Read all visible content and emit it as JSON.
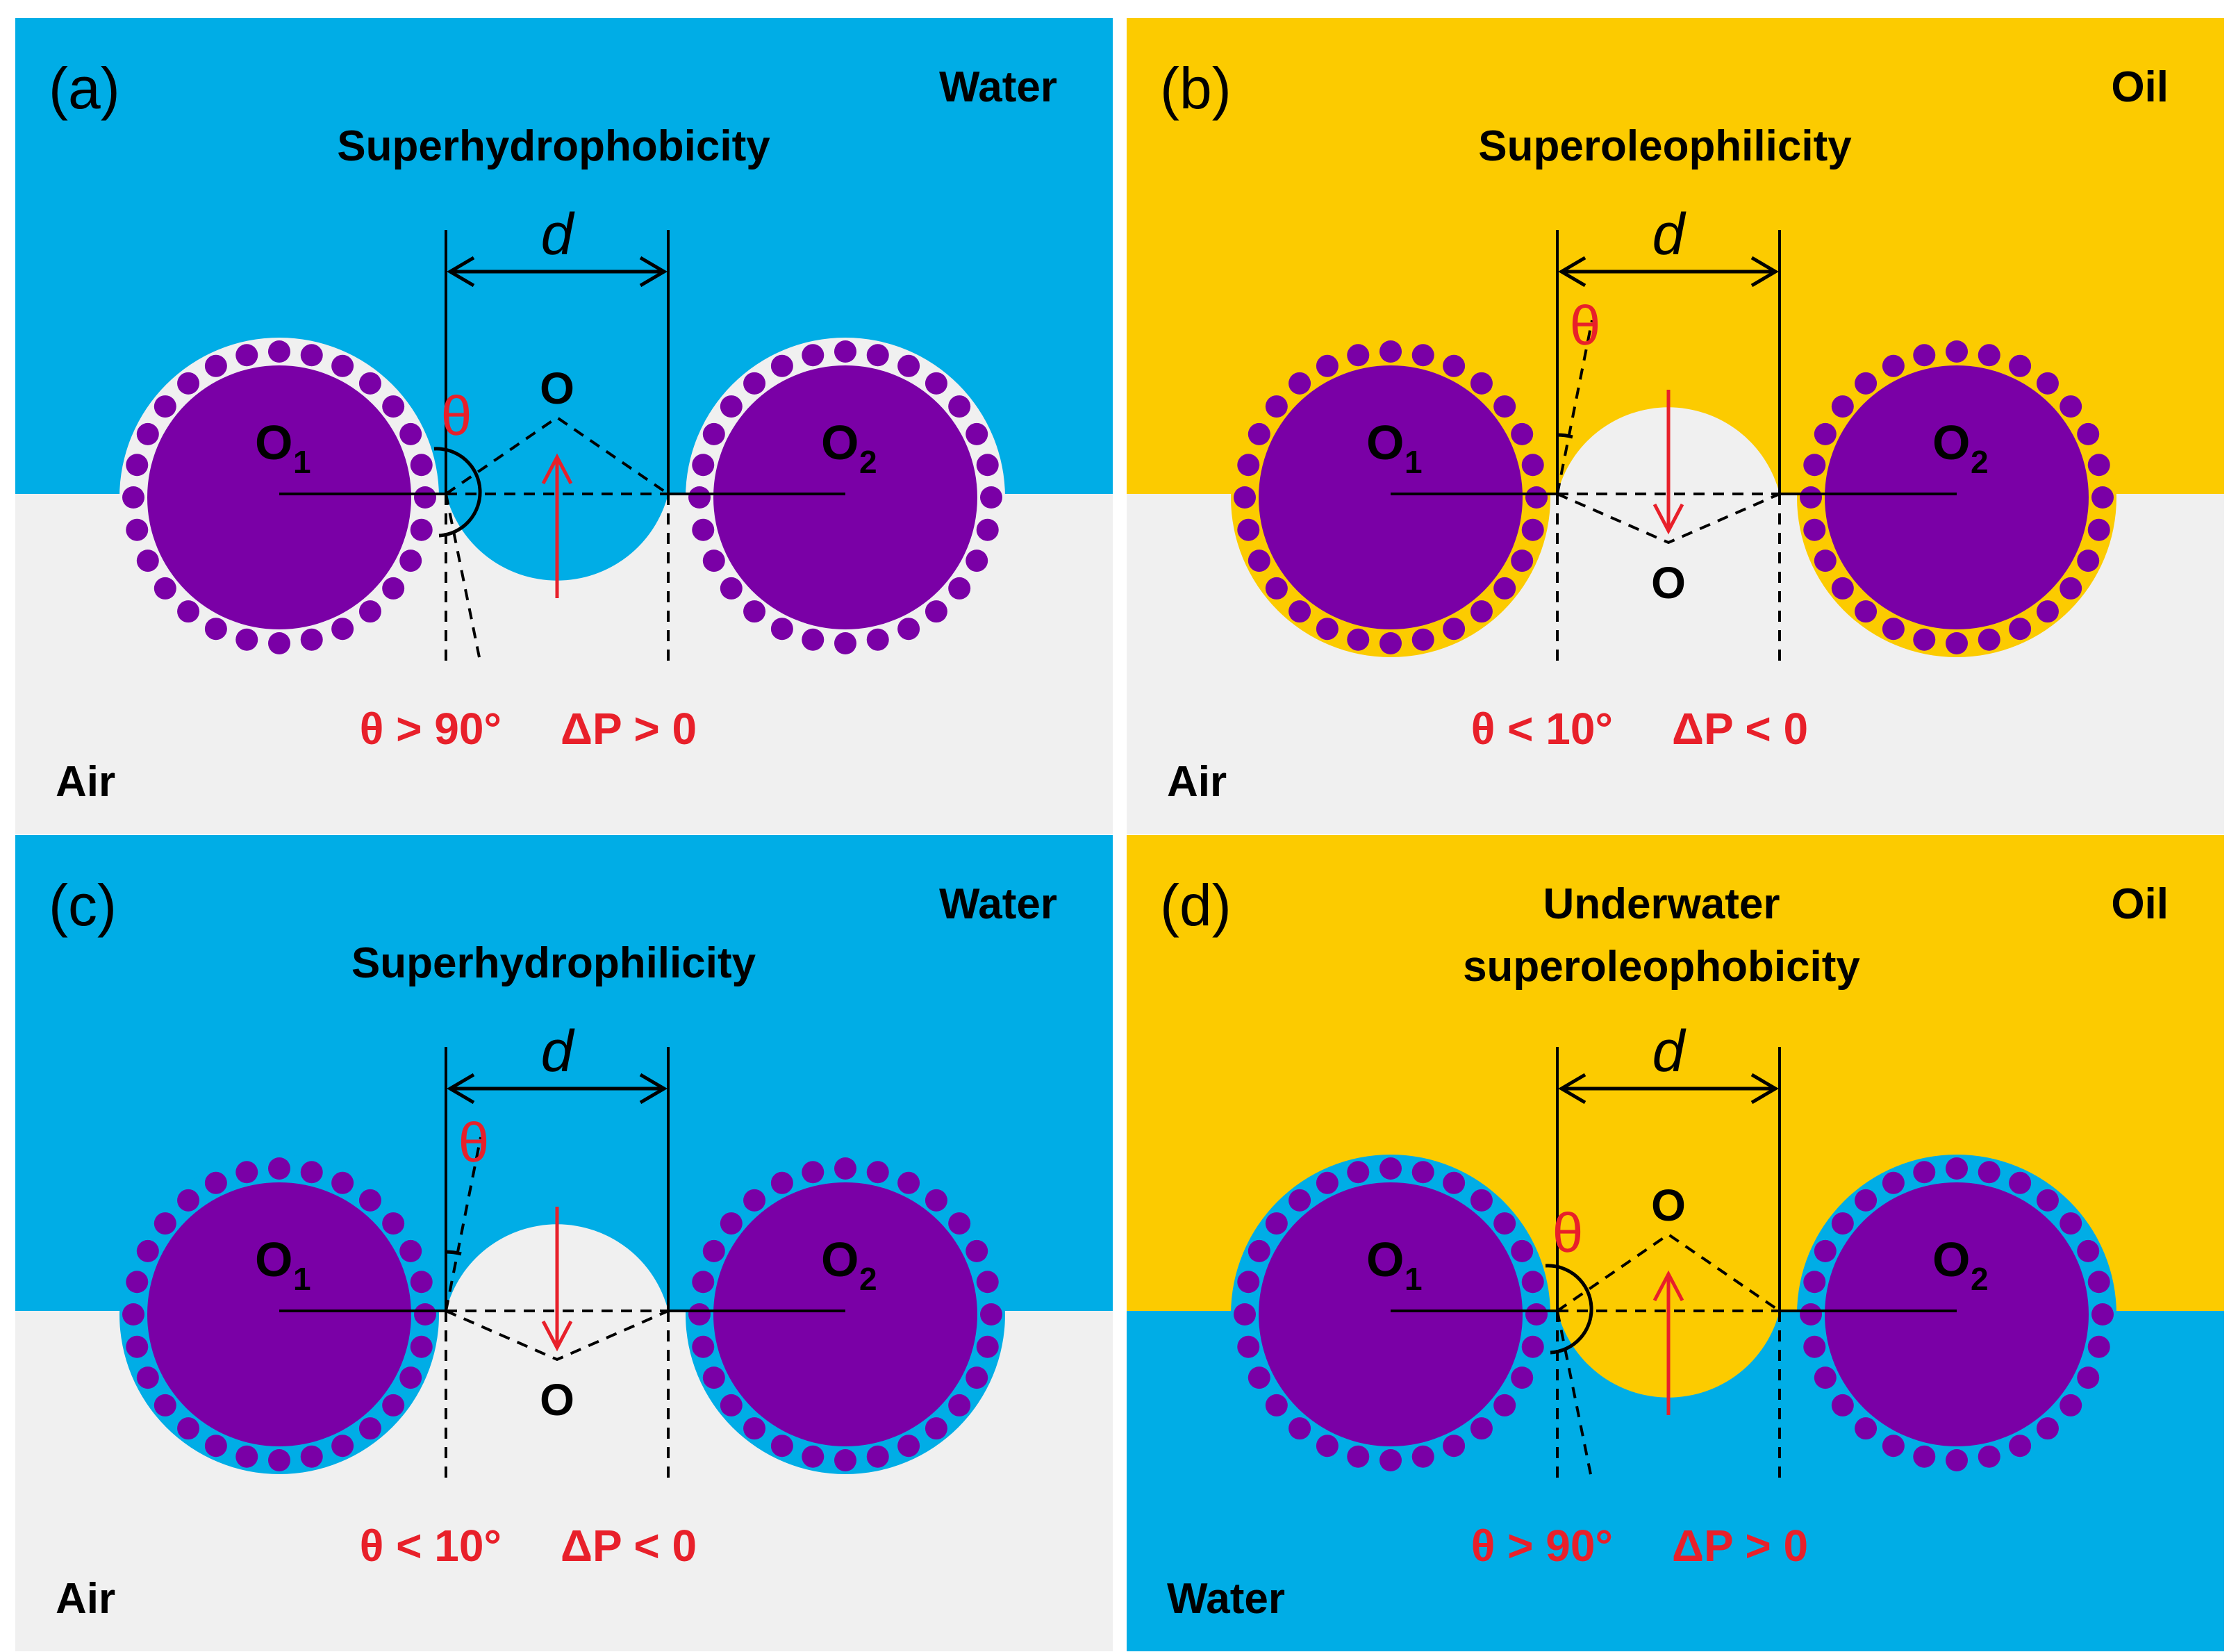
{
  "colors": {
    "water": "#00ADE6",
    "oil": "#FCCB00",
    "air": "#F0F0F0",
    "particle": "#7A00A6",
    "label_red": "#E8202A",
    "ink": "#000000"
  },
  "panels": [
    {
      "id": "a",
      "label": "(a)",
      "title": "Superhydrophobicity",
      "title_line2": "",
      "top_medium": "Water",
      "bottom_medium": "Air",
      "top_color": "water",
      "bottom_color": "air",
      "coating_color": "air",
      "coating_side": "all",
      "meniscus": "down",
      "meniscus_color": "water",
      "angle_style": "obtuse",
      "center_label": "O",
      "left_center": "O",
      "left_sub": "1",
      "right_center": "O",
      "right_sub": "2",
      "width_symbol": "d",
      "angle_symbol": "θ",
      "angle_condition": "θ > 90°",
      "pressure_condition": "ΔP > 0"
    },
    {
      "id": "b",
      "label": "(b)",
      "title": "Superoleophilicity",
      "title_line2": "",
      "top_medium": "Oil",
      "bottom_medium": "Air",
      "top_color": "oil",
      "bottom_color": "air",
      "coating_color": "oil",
      "coating_side": "all",
      "meniscus": "up",
      "meniscus_color": "air",
      "angle_style": "acute",
      "center_label": "O",
      "left_center": "O",
      "left_sub": "1",
      "right_center": "O",
      "right_sub": "2",
      "width_symbol": "d",
      "angle_symbol": "θ",
      "angle_condition": "θ < 10°",
      "pressure_condition": "ΔP < 0"
    },
    {
      "id": "c",
      "label": "(c)",
      "title": "Superhydrophilicity",
      "title_line2": "",
      "top_medium": "Water",
      "bottom_medium": "Air",
      "top_color": "water",
      "bottom_color": "air",
      "coating_color": "water",
      "coating_side": "all",
      "meniscus": "up",
      "meniscus_color": "air",
      "angle_style": "acute",
      "center_label": "O",
      "left_center": "O",
      "left_sub": "1",
      "right_center": "O",
      "right_sub": "2",
      "width_symbol": "d",
      "angle_symbol": "θ",
      "angle_condition": "θ < 10°",
      "pressure_condition": "ΔP < 0"
    },
    {
      "id": "d",
      "label": "(d)",
      "title": "Underwater",
      "title_line2": "superoleophobicity",
      "top_medium": "Oil",
      "bottom_medium": "Water",
      "top_color": "oil",
      "bottom_color": "water",
      "coating_color": "water",
      "coating_side": "all",
      "meniscus": "down",
      "meniscus_color": "oil",
      "angle_style": "obtuse",
      "center_label": "O",
      "left_center": "O",
      "left_sub": "1",
      "right_center": "O",
      "right_sub": "2",
      "width_symbol": "d",
      "angle_symbol": "θ",
      "angle_condition": "θ > 90°",
      "pressure_condition": "ΔP > 0"
    }
  ]
}
